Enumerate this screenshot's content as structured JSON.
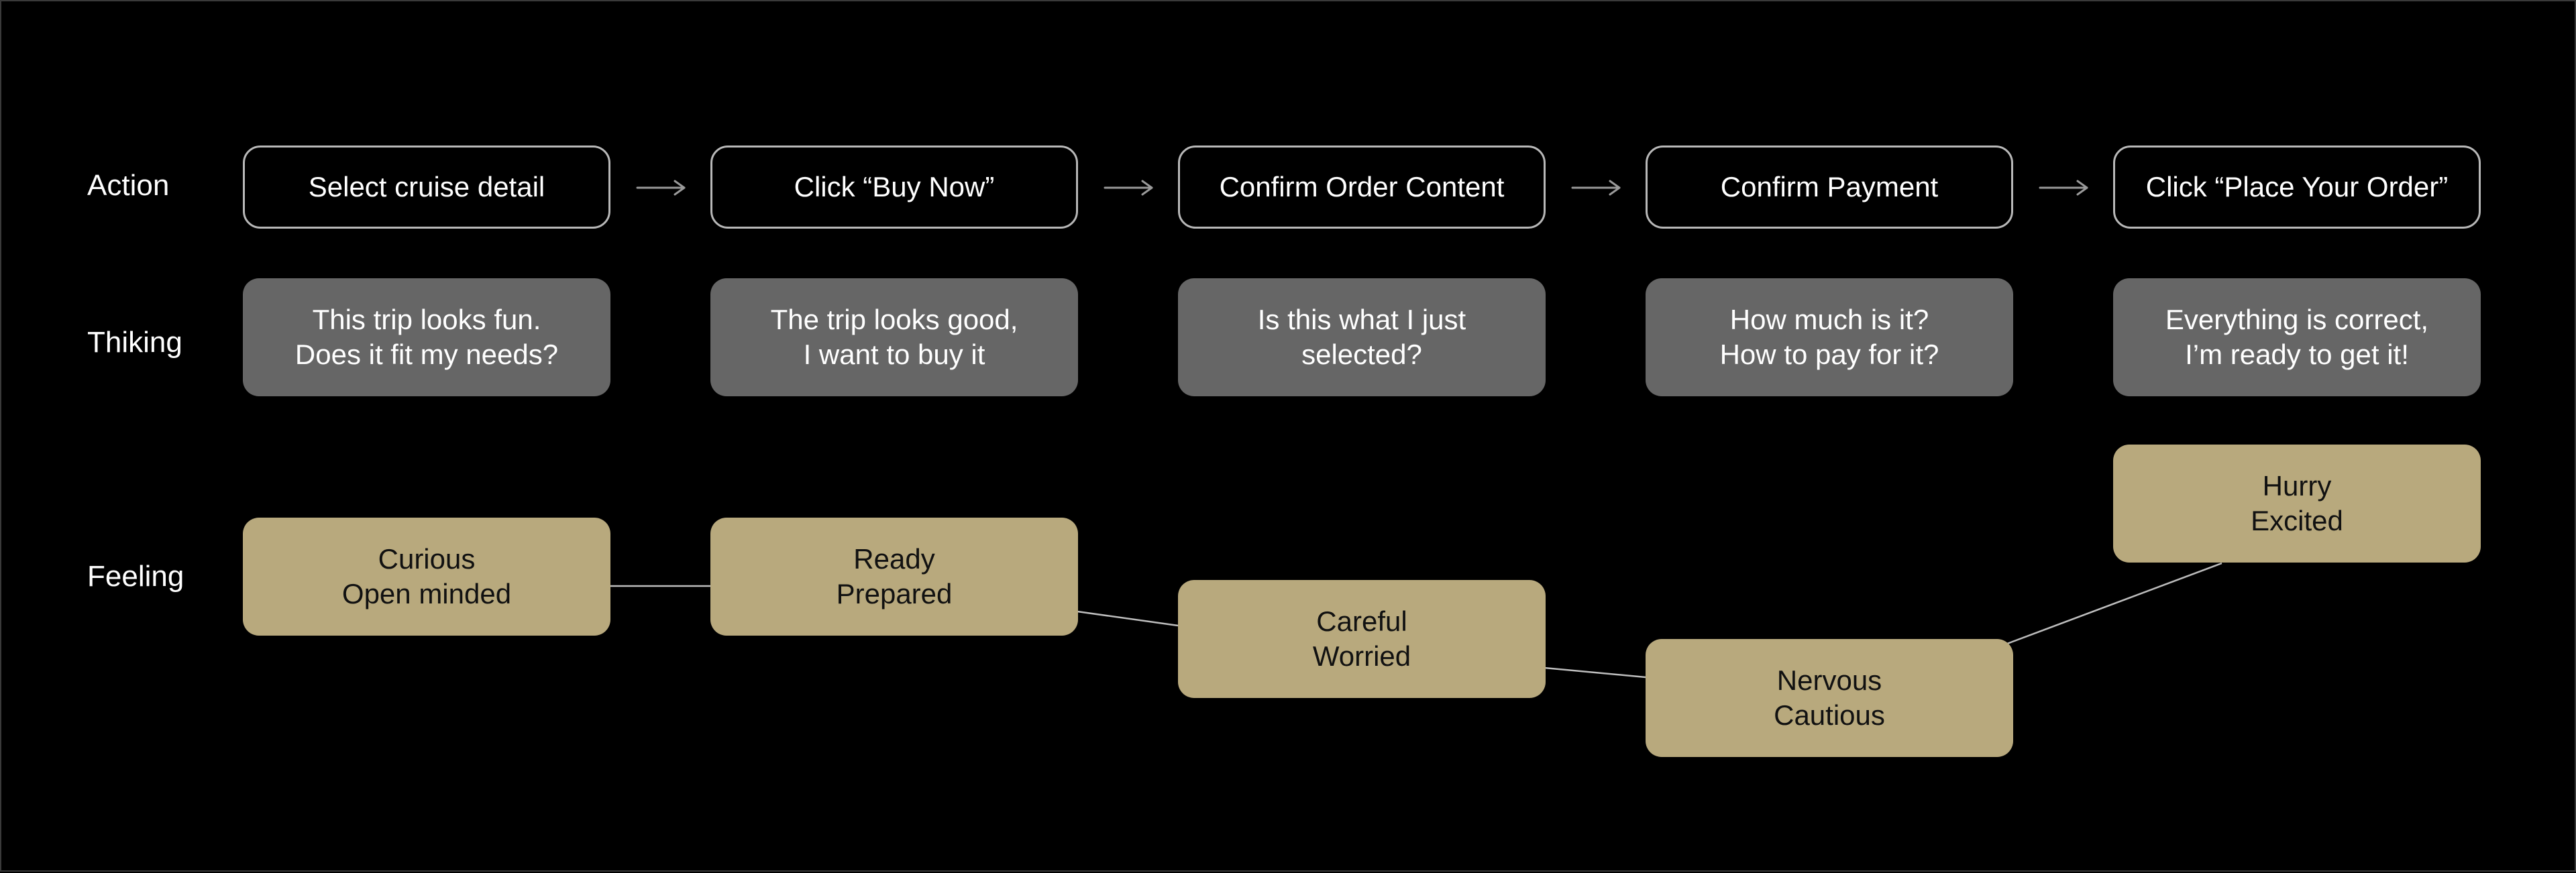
{
  "colors": {
    "background": "#000000",
    "action_border": "#b8b8b8",
    "thinking_fill": "#666666",
    "feeling_fill": "#b8a97d",
    "connector": "#9a9a9a"
  },
  "labels": {
    "action": "Action",
    "thinking": "Thiking",
    "feeling": "Feeling"
  },
  "actions": [
    "Select cruise detail",
    "Click “Buy Now”",
    "Confirm Order Content",
    "Confirm Payment",
    "Click “Place Your Order”"
  ],
  "thinking": [
    "This trip looks fun.\nDoes it fit my needs?",
    "The trip looks good,\nI want to buy it",
    "Is this what I just\nselected?",
    "How much is it?\nHow to pay for it?",
    "Everything is correct,\nI’m ready to get it!"
  ],
  "feelings": [
    "Curious\nOpen minded",
    "Ready\nPrepared",
    "Careful\nWorried",
    "Nervous\nCautious",
    "Hurry\nExcited"
  ]
}
